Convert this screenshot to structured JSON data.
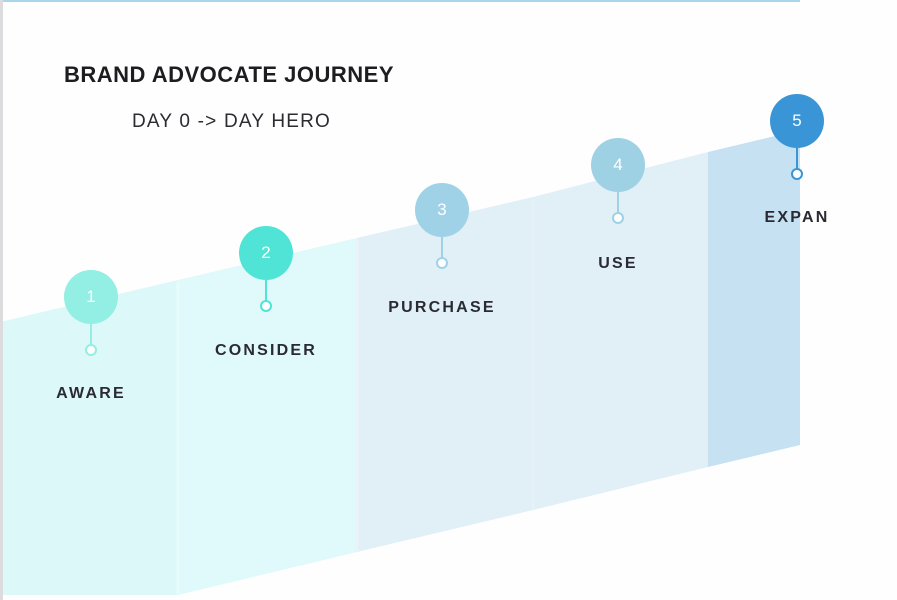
{
  "header": {
    "title": "BRAND ADVOCATE JOURNEY",
    "subtitle": "DAY 0 -> DAY HERO"
  },
  "steps": [
    {
      "number": "1",
      "label": "AWARE",
      "badge_color": "#93eee4",
      "line_color": "#93eee4",
      "panel_color": "#ddf8f9"
    },
    {
      "number": "2",
      "label": "CONSIDER",
      "badge_color": "#4fe4d6",
      "line_color": "#4fe4d6",
      "panel_color": "#e0f9fa"
    },
    {
      "number": "3",
      "label": "PURCHASE",
      "badge_color": "#9fd2e6",
      "line_color": "#9fd2e6",
      "panel_color": "#e1eff7"
    },
    {
      "number": "4",
      "label": "USE",
      "badge_color": "#9ed1e4",
      "line_color": "#9ed1e4",
      "panel_color": "#e1eff7"
    },
    {
      "number": "5",
      "label": "EXPAN",
      "badge_color": "#3a95d6",
      "line_color": "#3a95d6",
      "panel_color": "#c5e1f2"
    }
  ]
}
